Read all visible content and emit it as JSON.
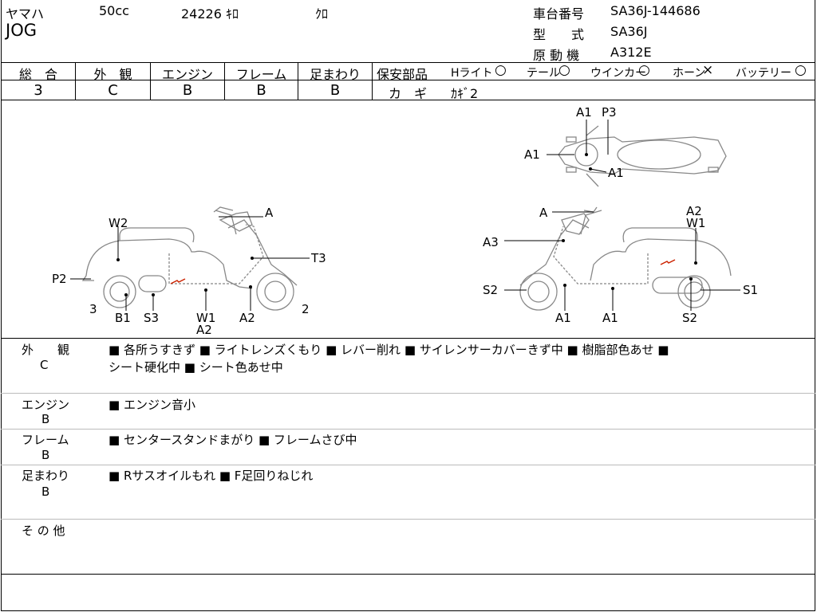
{
  "header": {
    "maker": "ヤマハ",
    "cc": "50cc",
    "mileage": "24226 ｷﾛ",
    "color": "ｸﾛ",
    "model": "JOG",
    "frame_no_label": "車台番号",
    "frame_no": "SA36J-144686",
    "type_label": "型　　式",
    "type_value": "SA36J",
    "engine_label": "原 動 機",
    "engine_value": "A312E"
  },
  "grades": [
    {
      "label": "総　合",
      "value": "3"
    },
    {
      "label": "外　観",
      "value": "C"
    },
    {
      "label": "エンジン",
      "value": "B"
    },
    {
      "label": "フレーム",
      "value": "B"
    },
    {
      "label": "足まわり",
      "value": "B"
    }
  ],
  "safety": {
    "label": "保安部品",
    "items": [
      "Hライト",
      "テール",
      "ウインカー",
      "ホーン",
      "バッテリー"
    ],
    "marks": [
      "○",
      "○",
      "○",
      "×",
      "○"
    ],
    "key_label": "カ　ギ",
    "key_value": "ｶｷﾞ2"
  },
  "diagram_labels": {
    "left": {
      "w2": "W2",
      "a": "A",
      "t3": "T3",
      "p2": "P2",
      "n3": "3",
      "b1": "B1",
      "s3": "S3",
      "w1": "W1",
      "a2b": "A2",
      "a2": "A2",
      "n2": "2"
    },
    "right": {
      "a": "A",
      "a2": "A2",
      "w1": "W1",
      "a3": "A3",
      "s2": "S2",
      "s1": "S1",
      "a1a": "A1",
      "a1b": "A1",
      "s2b": "S2"
    },
    "top": {
      "a1": "A1",
      "p3": "P3",
      "a1l": "A1",
      "a1b": "A1"
    }
  },
  "sections": [
    {
      "title": "外　　観",
      "grade": "C",
      "notes": [
        "■ 各所うすきず ■ ライトレンズくもり ■ レバー削れ ■ サイレンサーカバーきず中 ■ 樹脂部色あせ ■",
        "シート硬化中 ■ シート色あせ中"
      ]
    },
    {
      "title": "エンジン",
      "grade": "B",
      "notes": [
        "■ エンジン音小"
      ]
    },
    {
      "title": "フレーム",
      "grade": "B",
      "notes": [
        "■ センタースタンドまがり ■ フレームさび中"
      ]
    },
    {
      "title": "足まわり",
      "grade": "B",
      "notes": [
        "■ Rサスオイルもれ ■ F足回りねじれ"
      ]
    },
    {
      "title": "そ の 他",
      "grade": "",
      "notes": []
    }
  ],
  "colors": {
    "accent_mark": "#cc2200",
    "line": "#000000"
  }
}
